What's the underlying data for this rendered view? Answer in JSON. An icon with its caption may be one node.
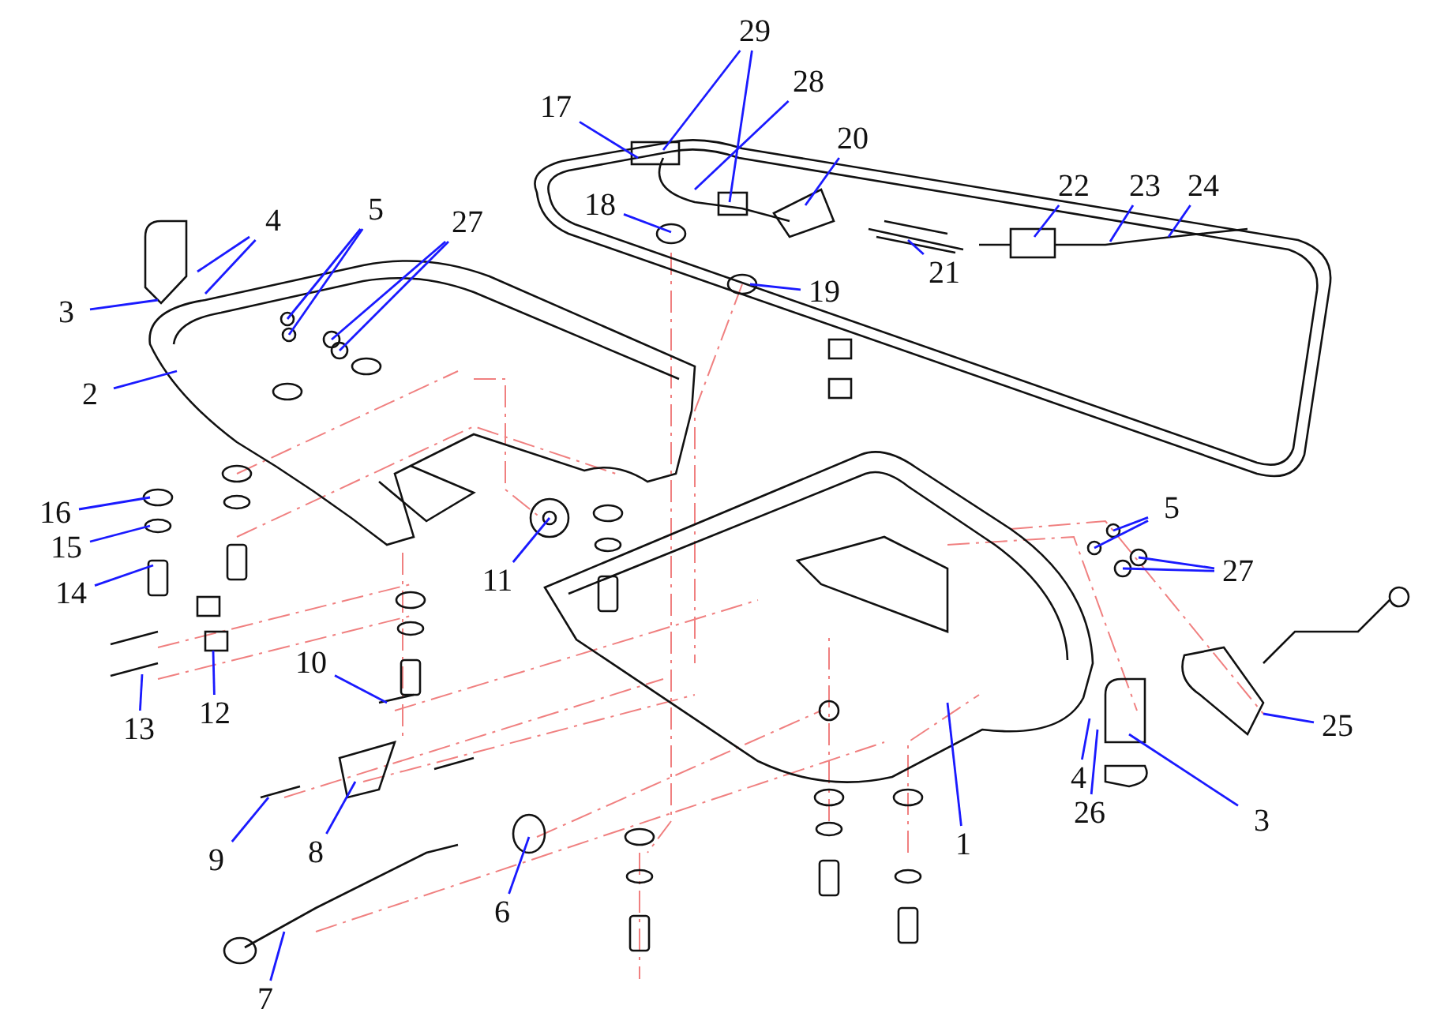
{
  "diagram": {
    "nodes": [
      {
        "text": [
          "29"
        ]
      },
      {
        "text": [
          "28"
        ]
      },
      {
        "text": [
          "17"
        ]
      },
      {
        "text": [
          "20"
        ]
      },
      {
        "text": [
          "22"
        ]
      },
      {
        "text": [
          "23"
        ]
      },
      {
        "text": [
          "24"
        ]
      },
      {
        "text": [
          "18"
        ]
      },
      {
        "text": [
          "4"
        ]
      },
      {
        "text": [
          "5"
        ]
      },
      {
        "text": [
          "27"
        ]
      },
      {
        "text": [
          "21"
        ]
      },
      {
        "text": [
          "19"
        ]
      },
      {
        "text": [
          "3"
        ]
      },
      {
        "text": [
          "2"
        ]
      },
      {
        "text": [
          "16"
        ]
      },
      {
        "text": [
          "5"
        ]
      },
      {
        "text": [
          "15"
        ]
      },
      {
        "text": [
          "27"
        ]
      },
      {
        "text": [
          "11"
        ]
      },
      {
        "text": [
          "14"
        ]
      },
      {
        "text": [
          "10"
        ]
      },
      {
        "text": [
          "12"
        ]
      },
      {
        "text": [
          "13"
        ]
      },
      {
        "text": [
          "25"
        ]
      },
      {
        "text": [
          "4"
        ]
      },
      {
        "text": [
          "26"
        ]
      },
      {
        "text": [
          "3"
        ]
      },
      {
        "text": [
          "1"
        ]
      },
      {
        "text": [
          "9"
        ]
      },
      {
        "text": [
          "8"
        ]
      },
      {
        "text": [
          "6"
        ]
      },
      {
        "text": [
          "7"
        ]
      }
    ],
    "edges": [
      {
        "from": 0,
        "to": null,
        "arrow": "none"
      },
      {
        "from": 0,
        "to": null,
        "arrow": "none"
      },
      {
        "from": 1,
        "to": null,
        "arrow": "none"
      },
      {
        "from": 2,
        "to": null,
        "arrow": "none"
      },
      {
        "from": 3,
        "to": null,
        "arrow": "none"
      },
      {
        "from": 4,
        "to": null,
        "arrow": "none"
      },
      {
        "from": 5,
        "to": null,
        "arrow": "none"
      },
      {
        "from": 6,
        "to": null,
        "arrow": "none"
      },
      {
        "from": 7,
        "to": null,
        "arrow": "none"
      },
      {
        "from": 8,
        "to": null,
        "arrow": "none"
      },
      {
        "from": 8,
        "to": null,
        "arrow": "none"
      },
      {
        "from": 9,
        "to": null,
        "arrow": "none"
      },
      {
        "from": 9,
        "to": null,
        "arrow": "none"
      },
      {
        "from": 10,
        "to": null,
        "arrow": "none"
      },
      {
        "from": 10,
        "to": null,
        "arrow": "none"
      },
      {
        "from": 11,
        "to": null,
        "arrow": "none"
      },
      {
        "from": 12,
        "to": null,
        "arrow": "none"
      },
      {
        "from": 13,
        "to": null,
        "arrow": "none"
      },
      {
        "from": 14,
        "to": null,
        "arrow": "none"
      },
      {
        "from": 15,
        "to": null,
        "arrow": "none"
      },
      {
        "from": 16,
        "to": null,
        "arrow": "none"
      },
      {
        "from": 16,
        "to": null,
        "arrow": "none"
      },
      {
        "from": 17,
        "to": null,
        "arrow": "none"
      },
      {
        "from": 18,
        "to": null,
        "arrow": "none"
      },
      {
        "from": 18,
        "to": null,
        "arrow": "none"
      },
      {
        "from": 19,
        "to": null,
        "arrow": "none"
      },
      {
        "from": 20,
        "to": null,
        "arrow": "none"
      },
      {
        "from": 21,
        "to": null,
        "arrow": "none"
      },
      {
        "from": 22,
        "to": null,
        "arrow": "none"
      },
      {
        "from": 23,
        "to": null,
        "arrow": "none"
      },
      {
        "from": 24,
        "to": null,
        "arrow": "none"
      },
      {
        "from": 25,
        "to": null,
        "arrow": "none"
      },
      {
        "from": 26,
        "to": null,
        "arrow": "none"
      },
      {
        "from": 27,
        "to": null,
        "arrow": "none"
      },
      {
        "from": 28,
        "to": null,
        "arrow": "none"
      },
      {
        "from": 29,
        "to": null,
        "arrow": "none"
      },
      {
        "from": 30,
        "to": null,
        "arrow": "none"
      },
      {
        "from": 31,
        "to": null,
        "arrow": "none"
      },
      {
        "from": 32,
        "to": null,
        "arrow": "none"
      }
    ]
  }
}
